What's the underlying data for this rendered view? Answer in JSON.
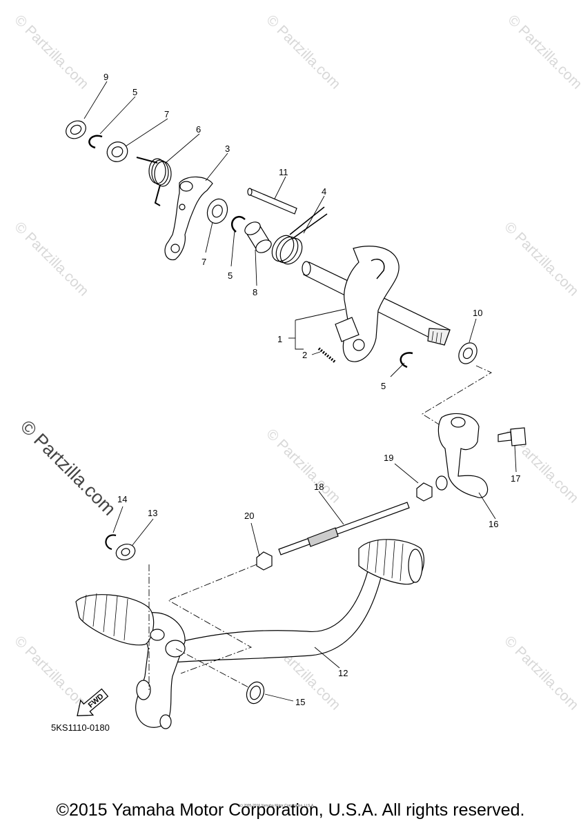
{
  "diagram_code": "5KS1110-0180",
  "copyright": "©2015 Yamaha Motor Corporation, U.S.A. All rights reserved.",
  "small_copyright": "(c) 2005-2016 Yamaha Motor Corporation, U.S.A.",
  "watermark": "© Partzilla.com",
  "fwd_label": "FWD",
  "callouts": {
    "p1": "1",
    "p2": "2",
    "p3": "3",
    "p4": "4",
    "p5a": "5",
    "p5b": "5",
    "p5c": "5",
    "p6": "6",
    "p7a": "7",
    "p7b": "7",
    "p8": "8",
    "p9": "9",
    "p10": "10",
    "p11": "11",
    "p12": "12",
    "p13": "13",
    "p14": "14",
    "p15": "15",
    "p16": "16",
    "p17": "17",
    "p18": "18",
    "p19": "19",
    "p20": "20"
  }
}
